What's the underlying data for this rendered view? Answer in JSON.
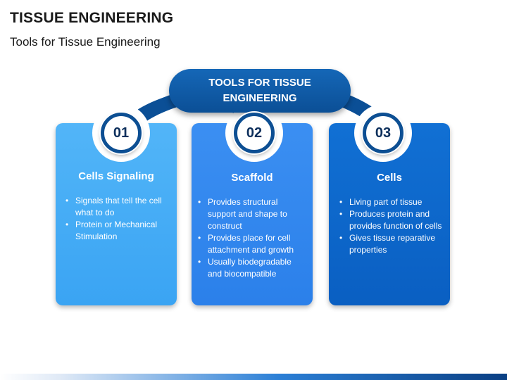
{
  "header": {
    "title": "TISSUE ENGINEERING",
    "subtitle": "Tools for Tissue Engineering"
  },
  "hub": {
    "label": "TOOLS FOR TISSUE ENGINEERING",
    "color": "#0f5aa6"
  },
  "cards": [
    {
      "number": "01",
      "title": "Cells Signaling",
      "color": "#42aaf5",
      "bullets": [
        "Signals that tell the cell what to do",
        "Protein or Mechanical Stimulation"
      ]
    },
    {
      "number": "02",
      "title": "Scaffold",
      "color": "#2f86ee",
      "bullets": [
        "Provides structural support and shape to construct",
        "Provides place for cell attachment and growth",
        "Usually biodegradable and biocompatible"
      ]
    },
    {
      "number": "03",
      "title": "Cells",
      "color": "#0a63c6",
      "bullets": [
        "Living part of tissue",
        "Produces protein and provides function of cells",
        "Gives tissue reparative properties"
      ]
    }
  ]
}
